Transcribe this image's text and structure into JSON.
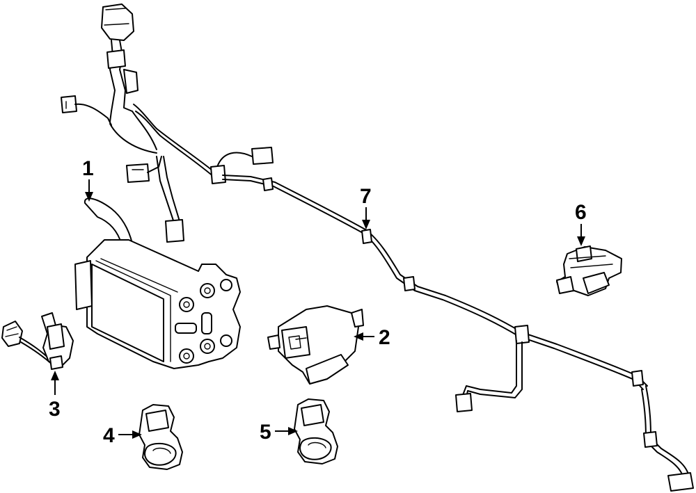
{
  "callouts": [
    {
      "id": "1",
      "label": "1"
    },
    {
      "id": "2",
      "label": "2"
    },
    {
      "id": "3",
      "label": "3"
    },
    {
      "id": "4",
      "label": "4"
    },
    {
      "id": "5",
      "label": "5"
    },
    {
      "id": "6",
      "label": "6"
    },
    {
      "id": "7",
      "label": "7"
    }
  ],
  "colors": {
    "ink": "#000000",
    "background": "#ffffff"
  }
}
